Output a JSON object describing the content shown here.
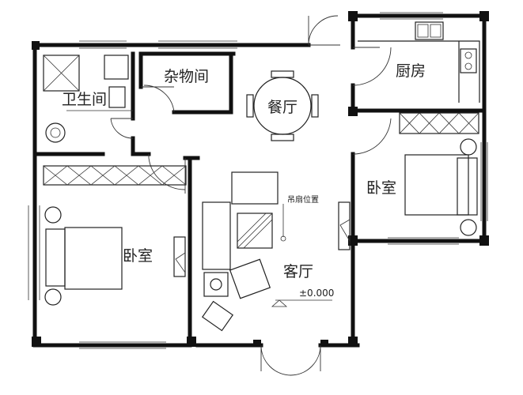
{
  "rooms": {
    "bathroom": "卫生间",
    "storage": "杂物间",
    "dining": "餐厅",
    "kitchen": "厨房",
    "bedroom_left": "卧室",
    "bedroom_right": "卧室",
    "living": "客厅"
  },
  "annotations": {
    "fan_position": "吊扇位置",
    "elevation": "±0.000"
  }
}
